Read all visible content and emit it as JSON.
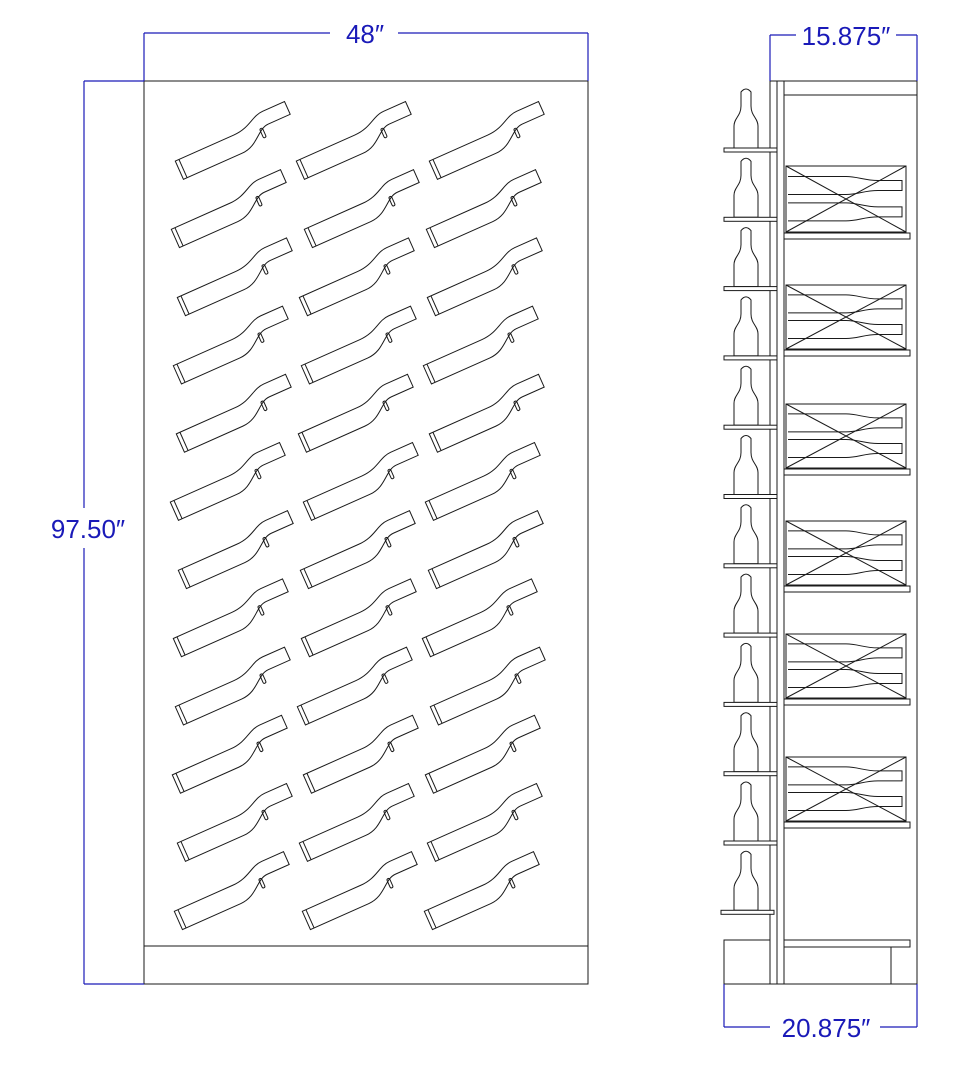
{
  "dimensions": {
    "front_width": "48″",
    "front_height": "97.50″",
    "side_top_depth": "15.875″",
    "side_bottom_depth": "20.875″"
  },
  "front_view": {
    "bottle_rows": 12,
    "bottle_columns": 3
  },
  "side_view": {
    "wall_bottles": 12,
    "case_shelves": 6
  },
  "colors": {
    "dimension": "#1a1ab8",
    "ink": "#1a1a1a",
    "background": "#ffffff"
  }
}
